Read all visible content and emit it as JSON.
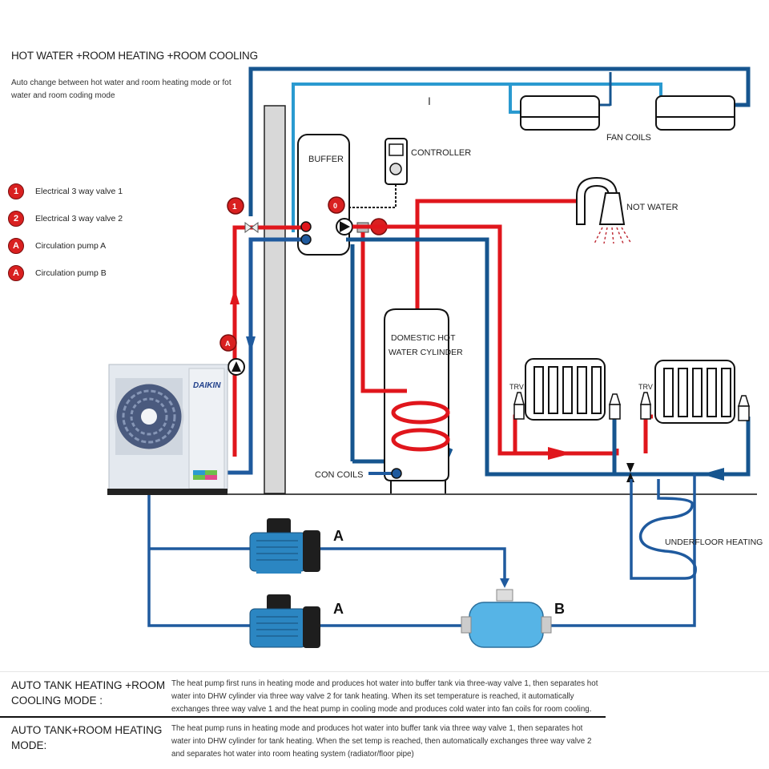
{
  "header": {
    "title": "HOT WATER +ROOM HEATING +ROOM COOLING",
    "subtitle": "Auto change between hot water and room heating mode or fot water and room coding mode"
  },
  "legend": [
    {
      "symbol": "1",
      "label": "Electrical 3 way valve 1"
    },
    {
      "symbol": "2",
      "label": "Electrical 3 way valve 2"
    },
    {
      "symbol": "A",
      "label": "Circulation pump A"
    },
    {
      "symbol": "A",
      "label": "Circulation pump B"
    }
  ],
  "diagram_labels": {
    "buffer": "BUFFER",
    "controller": "CONTROLLER",
    "fan_coils": "FAN COILS",
    "hot_water": "NOT WATER",
    "cylinder_line1": "DOMESTIC HOT",
    "cylinder_line2": "WATER CYLINDER",
    "con_coils": "CON COILS",
    "trv_1": "TRV",
    "trv_2": "TRV",
    "underfloor": "UNDERFLOOR HEATING",
    "brand": "DAIKIN",
    "valve_1_marker": "1",
    "valve_2_marker": "0",
    "pump_a_marker": "A",
    "pump_top_label": "A",
    "pump_bottom_label": "A",
    "pump_b_label": "B",
    "pipe_marker": "I"
  },
  "colors": {
    "hot_pipe": "#e0161c",
    "cold_pipe": "#1f5a9e",
    "cooling_pipe": "#2a9ad0",
    "dark_blue": "#16558f",
    "pump_body": "#3b9fd6"
  },
  "modes": [
    {
      "title": "AUTO TANK HEATING +ROOM COOLING MODE :",
      "description": "The heat pump first runs in heating mode and produces hot water into buffer tank via three-way valve 1, then separates hot water into DHW cylinder via three way valve 2 for tank heating. When its set temperature is reached, it automatically exchanges three way valve 1 and the heat pump in cooling mode and produces cold water into fan coils for room cooling."
    },
    {
      "title": "AUTO TANK+ROOM HEATING MODE:",
      "description": "The heat pump runs in heating mode and produces hot water into buffer tank via three way valve 1, then separates hot water into DHW cylinder for tank heating. When the set temp is reached, then automatically exchanges three way valve 2 and separates hot water into room heating system (radiator/floor pipe)"
    }
  ]
}
